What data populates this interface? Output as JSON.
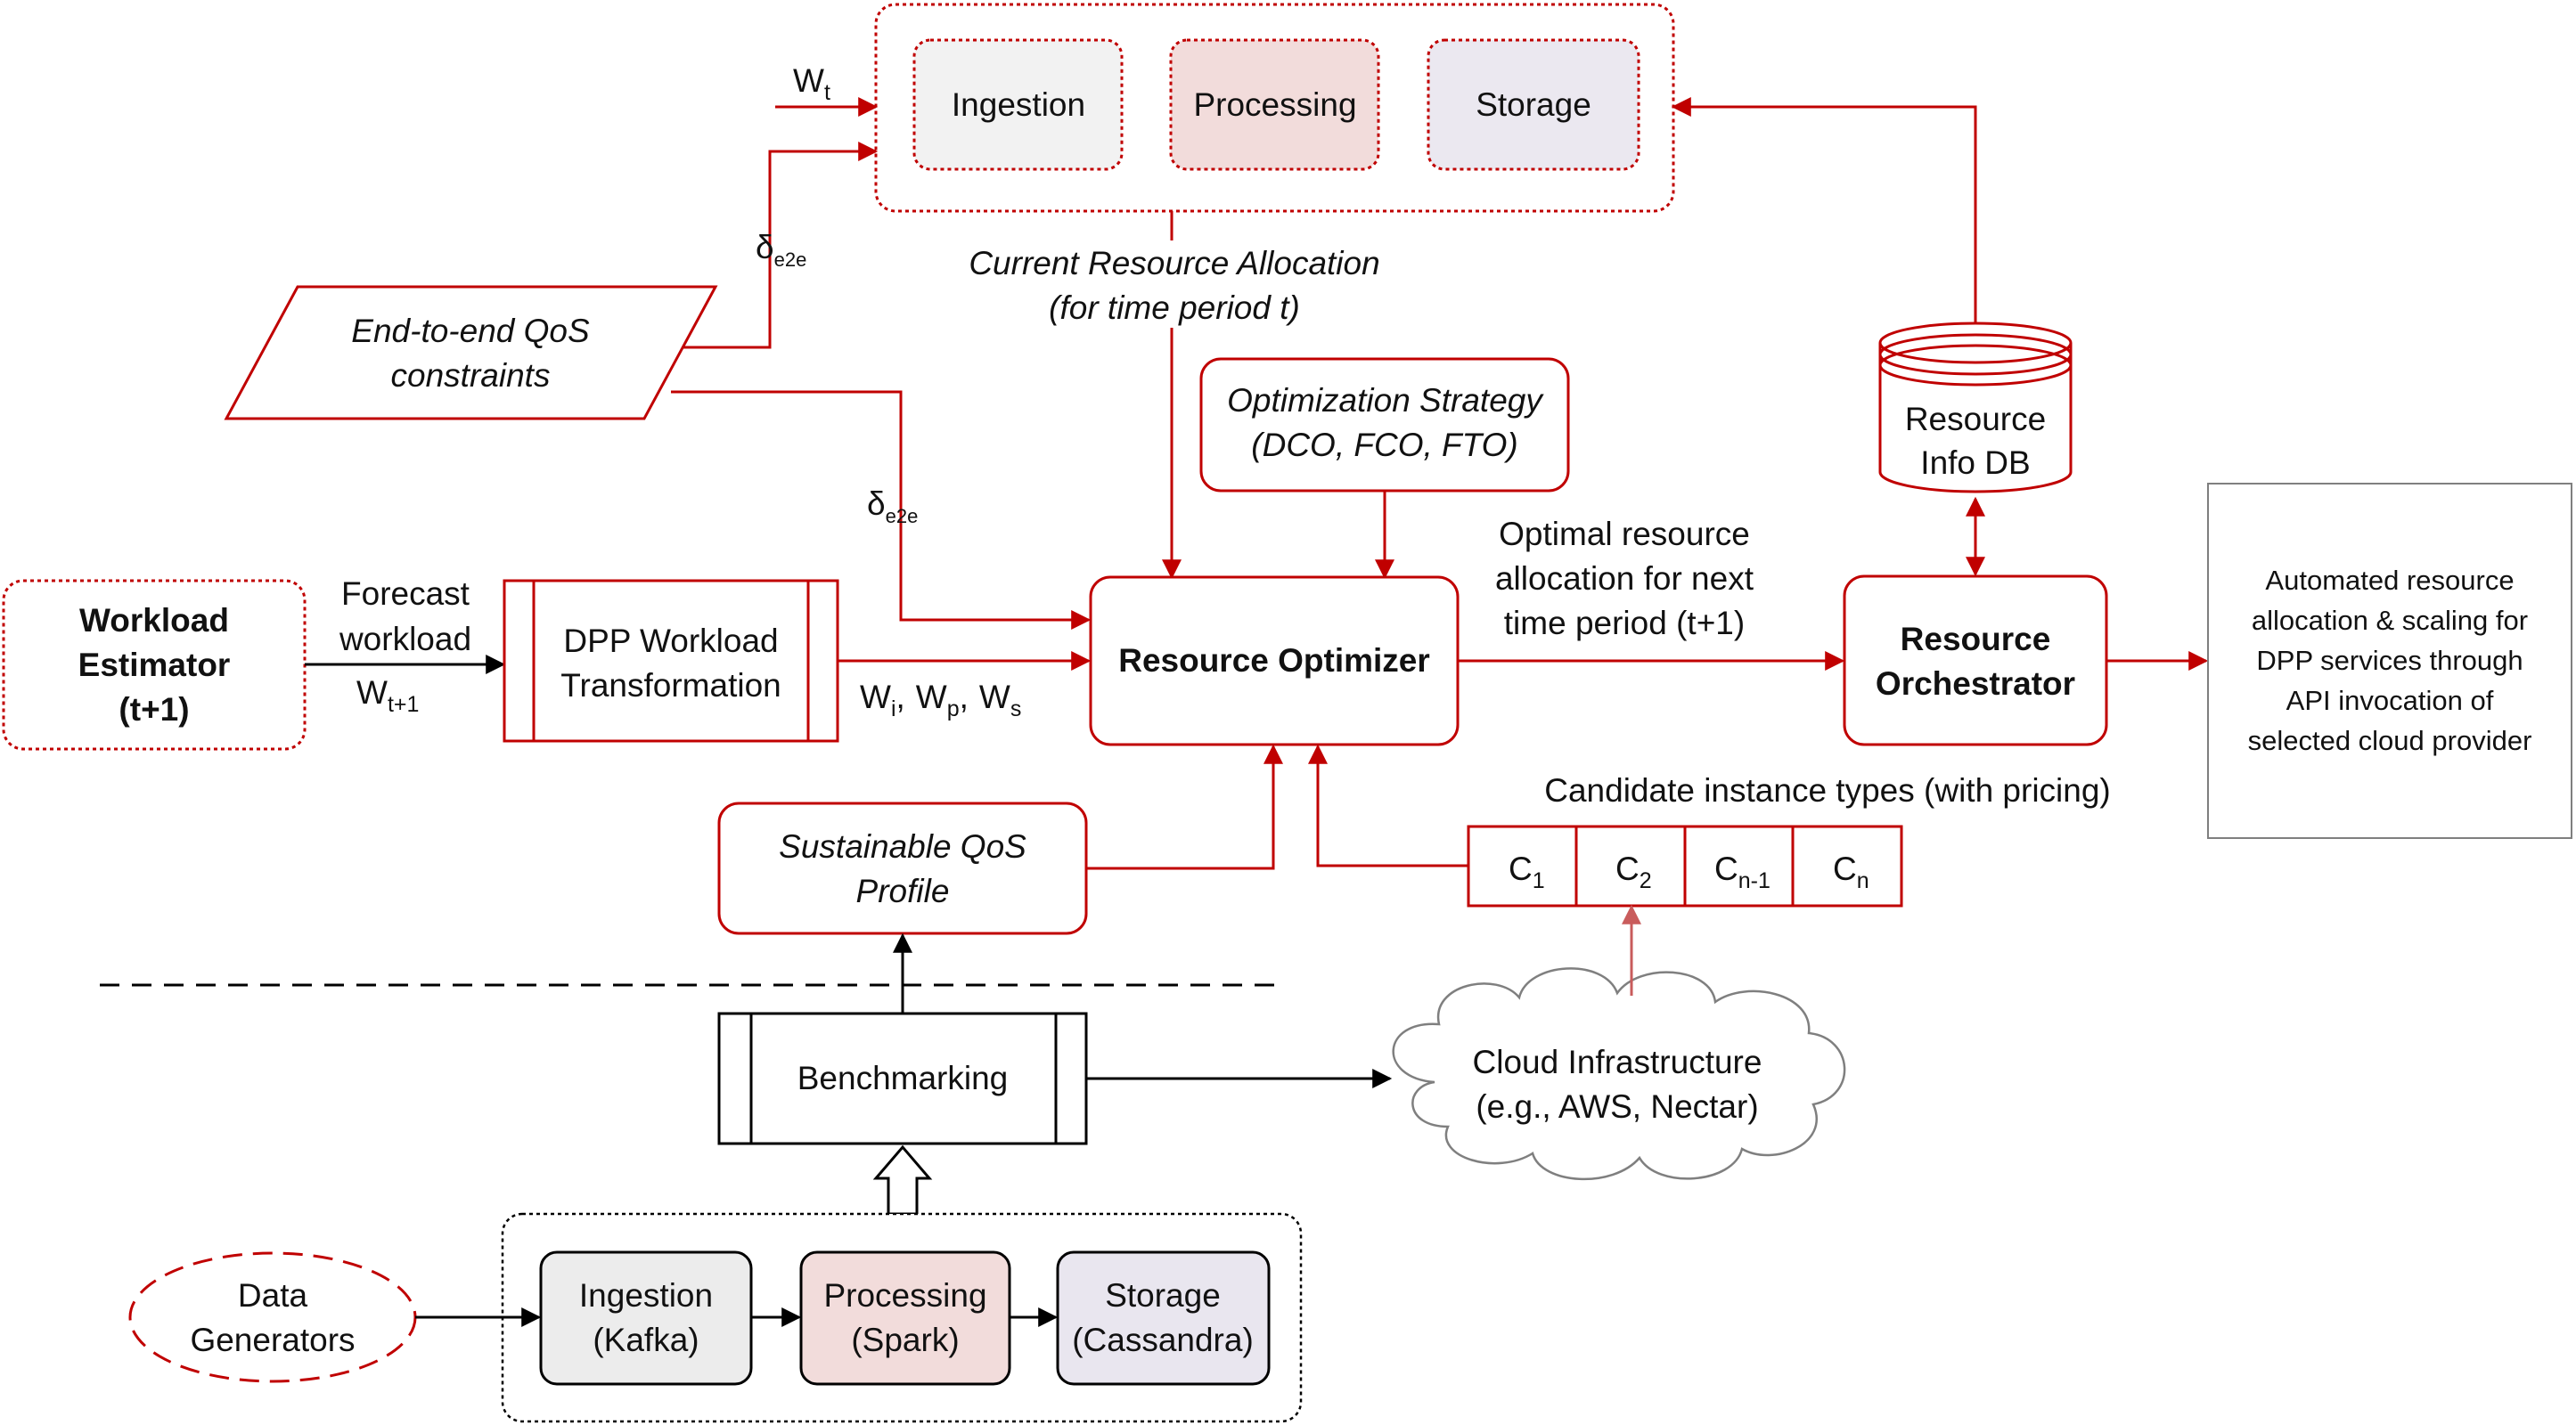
{
  "colors": {
    "accent_red": "#c00000",
    "light_red": "#c95c5c",
    "ingestion_fill": "#f2f2f2",
    "processing_fill": "#f2dcdb",
    "storage_fill": "#ebe8f0",
    "pipeline_ingestion_fill": "#ececec",
    "pipeline_processing_fill": "#f2dcdb",
    "pipeline_storage_fill": "#e9e6ef"
  },
  "top_group": {
    "ingestion": "Ingestion",
    "processing": "Processing",
    "storage": "Storage",
    "w_t_base": "W",
    "w_t_sub": "t",
    "delta_base": "δ",
    "delta_sub": "e2e"
  },
  "current_allocation": {
    "line1": "Current Resource Allocation",
    "line2": "(for time period t)"
  },
  "qos_constraints": {
    "line1": "End-to-end QoS",
    "line2": "constraints"
  },
  "delta_lower": {
    "base": "δ",
    "sub": "e2e"
  },
  "optimization_strategy": {
    "line1": "Optimization Strategy",
    "line2": "(DCO, FCO, FTO)"
  },
  "resource_db": {
    "line1": "Resource",
    "line2": "Info DB"
  },
  "workload_estimator": {
    "line1": "Workload",
    "line2": "Estimator",
    "line3": "(t+1)"
  },
  "forecast": {
    "line1": "Forecast",
    "line2": "workload",
    "w_base": "W",
    "w_sub": "t+1"
  },
  "transformation": {
    "line1": "DPP Workload",
    "line2": "Transformation"
  },
  "w_labels": {
    "wi_base": "W",
    "wi_sub": "i",
    "wp_base": "W",
    "wp_sub": "p",
    "ws_base": "W",
    "ws_sub": "s",
    "sep": ","
  },
  "resource_optimizer": "Resource Optimizer",
  "optimal_allocation": {
    "line1": "Optimal resource",
    "line2": "allocation for next",
    "line3": "time period (t+1)"
  },
  "resource_orchestrator": {
    "line1": "Resource",
    "line2": "Orchestrator"
  },
  "automated": {
    "line1": "Automated resource",
    "line2": "allocation & scaling for",
    "line3": "DPP services through",
    "line4": "API invocation of",
    "line5": "selected cloud provider"
  },
  "candidate_label": "Candidate instance types (with pricing)",
  "candidates": [
    {
      "base": "C",
      "sub": "1"
    },
    {
      "base": "C",
      "sub": "2"
    },
    {
      "base": "C",
      "sub": "n-1"
    },
    {
      "base": "C",
      "sub": "n"
    }
  ],
  "sustainable_profile": {
    "line1": "Sustainable QoS",
    "line2": "Profile"
  },
  "benchmarking": "Benchmarking",
  "cloud": {
    "line1": "Cloud Infrastructure",
    "line2": "(e.g., AWS, Nectar)"
  },
  "data_generators": {
    "line1": "Data",
    "line2": "Generators"
  },
  "pipeline": {
    "ingestion_line1": "Ingestion",
    "ingestion_line2": "(Kafka)",
    "processing_line1": "Processing",
    "processing_line2": "(Spark)",
    "storage_line1": "Storage",
    "storage_line2": "(Cassandra)"
  }
}
